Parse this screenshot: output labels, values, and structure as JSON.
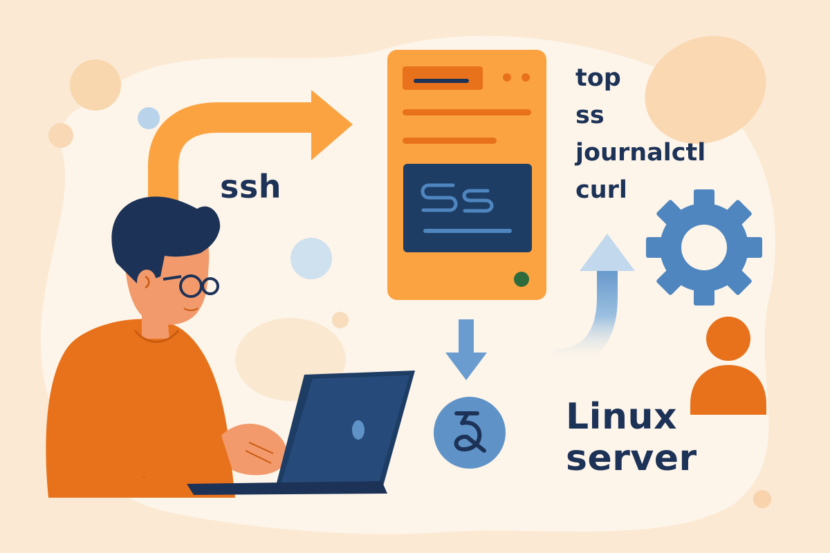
{
  "labels": {
    "ssh": "ssh",
    "server_line1": "Linux",
    "server_line2": "server"
  },
  "commands": [
    "top",
    "ss",
    "journalctl",
    "curl"
  ],
  "colors": {
    "background": "#fbe9d3",
    "blob": "#fdf5ea",
    "orange_accent": "#fba341",
    "dark_orange": "#e8721c",
    "navy": "#1d3257",
    "blue": "#4f86bf",
    "light_blue": "#a9c8e4",
    "green_led": "#2e6b3c"
  },
  "icons": [
    "server-icon",
    "laptop-icon",
    "gear-icon",
    "user-icon",
    "terminal-badge-icon",
    "arrow-right-icon",
    "arrow-down-icon",
    "arrow-up-icon"
  ]
}
